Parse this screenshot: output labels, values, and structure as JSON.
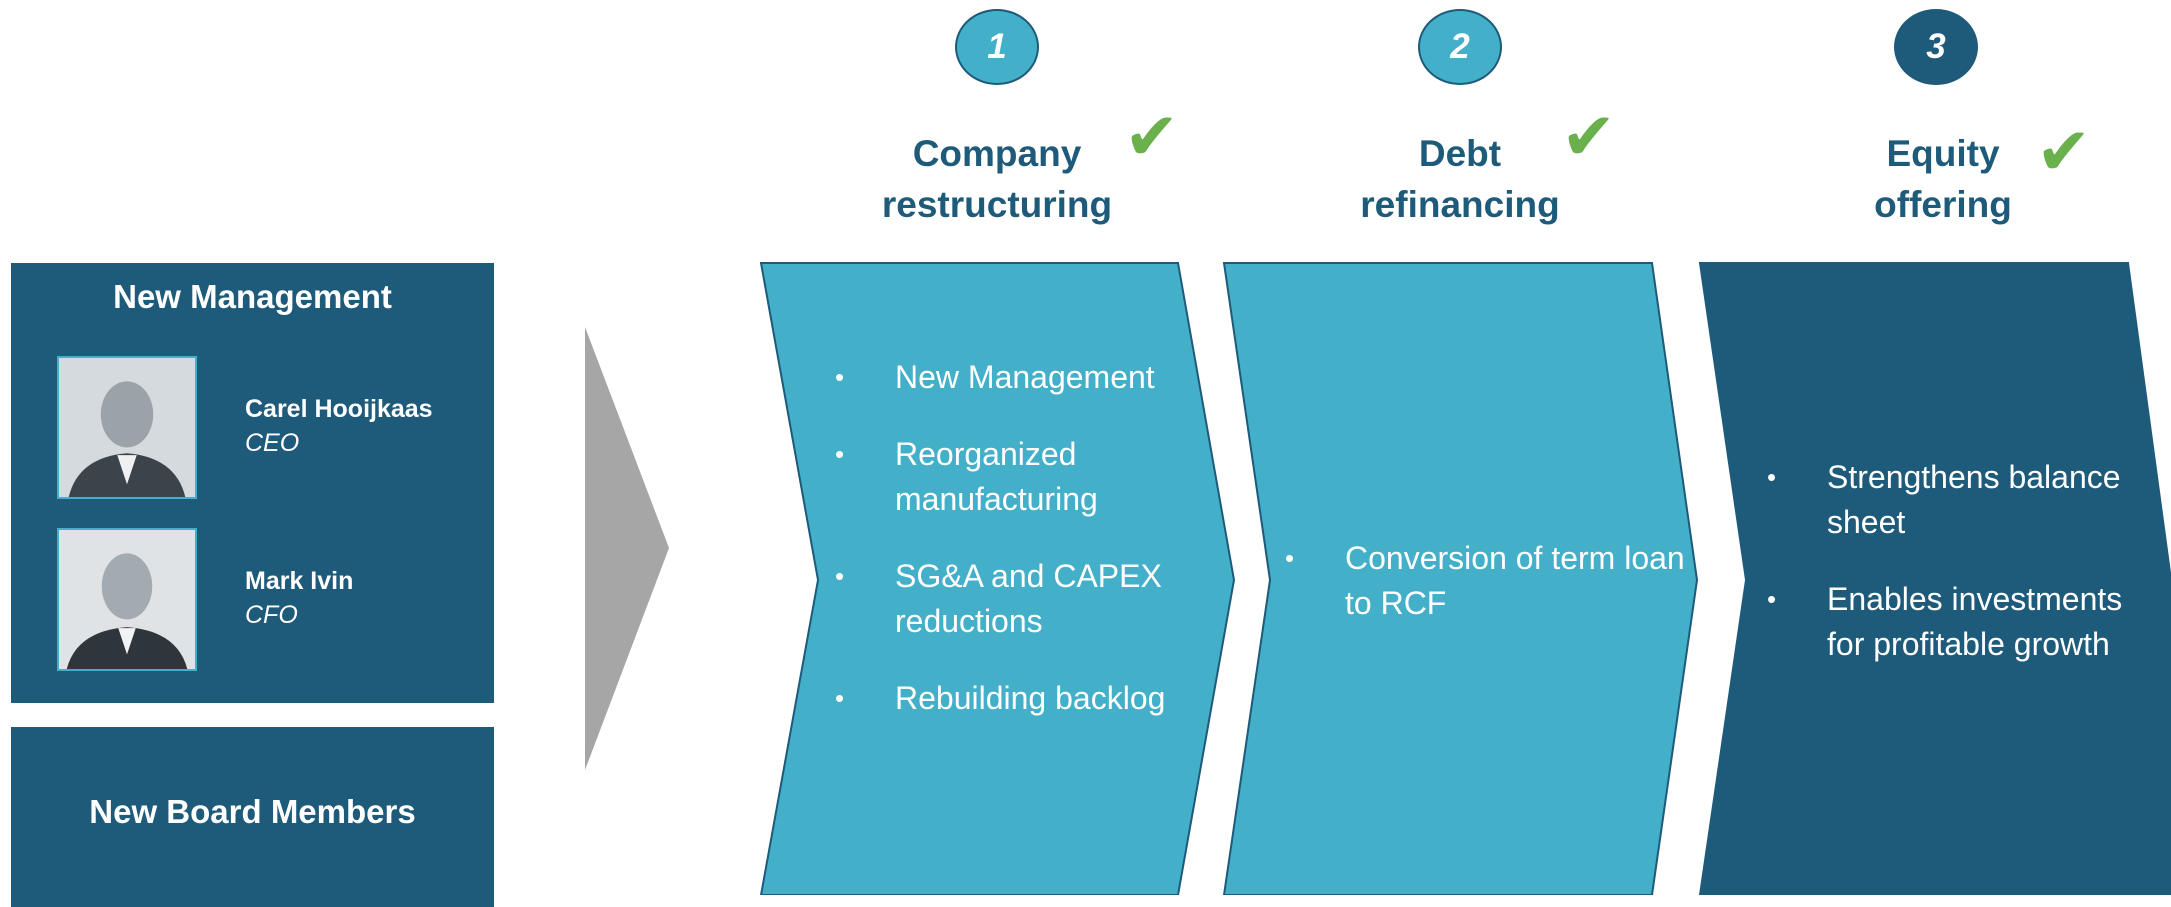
{
  "colors": {
    "dark_blue": "#1e5a7a",
    "light_blue": "#43afc8",
    "check_green": "#6ab04c",
    "arrow_gray": "#a6a6a6"
  },
  "management": {
    "title": "New Management",
    "people": [
      {
        "name": "Carel Hooijkaas",
        "role": "CEO"
      },
      {
        "name": "Mark Ivin",
        "role": "CFO"
      }
    ]
  },
  "board": {
    "title": "New Board Members"
  },
  "steps": [
    {
      "number": "1",
      "title_line1": "Company",
      "title_line2": "restructuring",
      "completed": true,
      "bullets": [
        "New Management",
        "Reorganized manufacturing",
        "SG&A and CAPEX reductions",
        "Rebuilding backlog"
      ]
    },
    {
      "number": "2",
      "title_line1": "Debt",
      "title_line2": "refinancing",
      "completed": true,
      "bullets": [
        "Conversion of term loan to RCF"
      ]
    },
    {
      "number": "3",
      "title_line1": "Equity",
      "title_line2": "offering",
      "completed": true,
      "bullets": [
        "Strengthens balance sheet",
        "Enables investments for profitable growth"
      ]
    }
  ],
  "icons": {
    "check": "check-icon",
    "arrow": "chevron-right-icon"
  }
}
